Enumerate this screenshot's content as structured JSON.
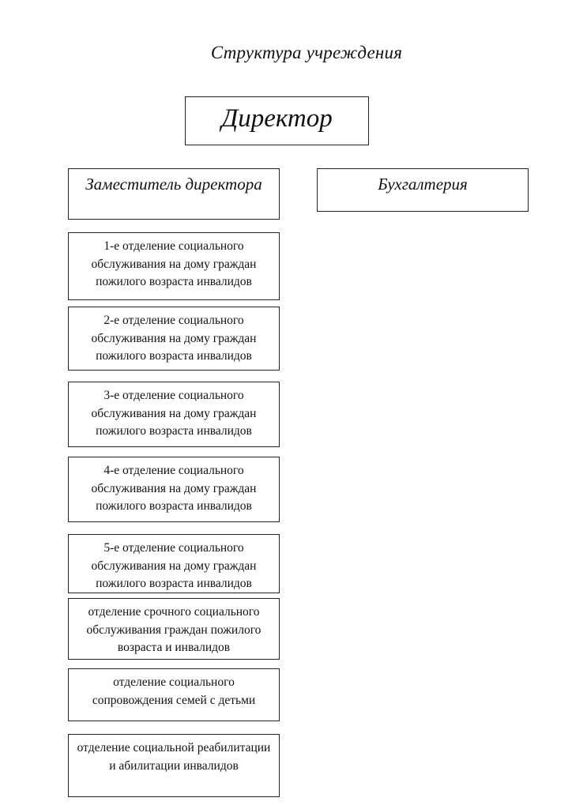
{
  "title": "Структура учреждения",
  "director": "Директор",
  "deputy_director": "Заместитель директора",
  "accounting": "Бухгалтерия",
  "departments": [
    "1-е отделение социального обслуживания на дому граждан пожилого возраста инвалидов",
    "2-е отделение социального обслуживания на дому граждан пожилого возраста инвалидов",
    "3-е отделение социального обслуживания на дому граждан пожилого возраста инвалидов",
    "4-е отделение социального обслуживания на дому граждан пожилого возраста инвалидов",
    "5-е отделение социального обслуживания на дому граждан пожилого возраста инвалидов",
    "отделение срочного социального обслуживания граждан пожилого возраста и инвалидов",
    "отделение социального сопровождения семей с детьми",
    "отделение социальной реабилитации и абилитации инвалидов"
  ]
}
